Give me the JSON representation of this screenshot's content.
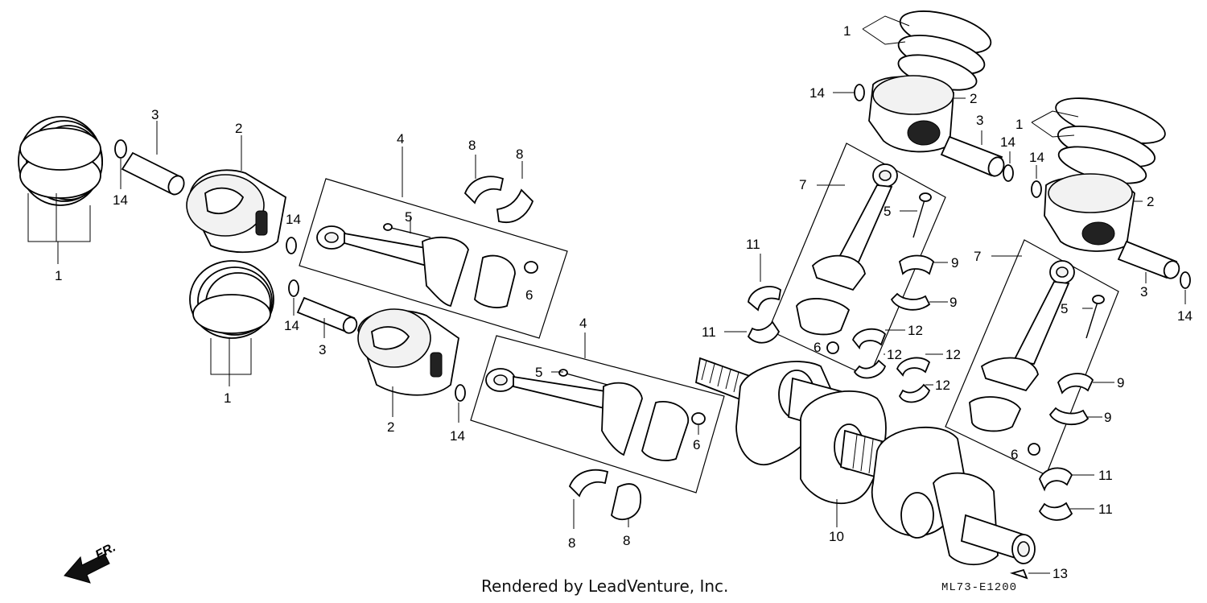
{
  "callouts": {
    "c1a": "1",
    "c1b": "1",
    "c1c": "1",
    "c1d": "1",
    "c2a": "2",
    "c2b": "2",
    "c2c": "2",
    "c2d": "2",
    "c3a": "3",
    "c3b": "3",
    "c3c": "3",
    "c3d": "3",
    "c4a": "4",
    "c4b": "4",
    "c5a": "5",
    "c5b": "5",
    "c5c": "5",
    "c5d": "5",
    "c6a": "6",
    "c6b": "6",
    "c6c": "6",
    "c6d": "6",
    "c7a": "7",
    "c7b": "7",
    "c8a": "8",
    "c8b": "8",
    "c8c": "8",
    "c8d": "8",
    "c9a": "9",
    "c9b": "9",
    "c9c": "9",
    "c9d": "9",
    "c10": "10",
    "c11a": "11",
    "c11b": "11",
    "c11c": "11",
    "c11d": "11",
    "c12a": "12",
    "c12b": "12",
    "c12c": "12",
    "c12d": "12",
    "c13": "13",
    "c14a": "14",
    "c14b": "14",
    "c14c": "14",
    "c14d": "14",
    "c14e": "14",
    "c14f": "14"
  },
  "front_arrow_label": "FR.",
  "credit": "Rendered by LeadVenture, Inc.",
  "diagram_code": "ML73-E1200"
}
